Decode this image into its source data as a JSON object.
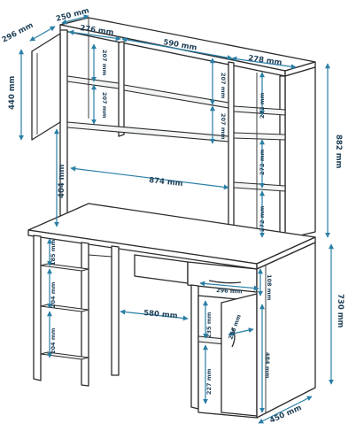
{
  "diagram": {
    "dimensions": {
      "top_depth": "296 mm",
      "top_width_side": "250 mm",
      "top_left_section": "276 mm",
      "top_middle_width": "590 mm",
      "top_right_section": "278 mm",
      "cabinet_height": "440 mm",
      "hutch_height": "404 mm",
      "total_height": "882 mm",
      "shelf_gap_upper_left": "207 mm",
      "shelf_gap_lower_left": "207 mm",
      "shelf_gap_upper_mid": "207 mm",
      "shelf_gap_lower_mid": "207 mm",
      "right_shelf_1": "272 mm",
      "right_shelf_2": "272 mm",
      "right_shelf_3": "272 mm",
      "inner_width": "874 mm",
      "drawer_width": "296 mm",
      "drawer_height": "108 mm",
      "knee_space": "580 mm",
      "desk_height": "730 mm",
      "left_shelf_1": "185 mm",
      "left_shelf_2": "204 mm",
      "left_shelf_3": "204 mm",
      "cab_upper_shelf": "235 mm",
      "cab_lower_shelf": "227 mm",
      "door_width": "256 mm",
      "door_height": "484 mm",
      "desk_depth": "450 mm"
    },
    "colors": {
      "dimension_line": "#2a7fa6",
      "dimension_text": "#1e3f57",
      "outline": "#2b2b2b"
    }
  }
}
